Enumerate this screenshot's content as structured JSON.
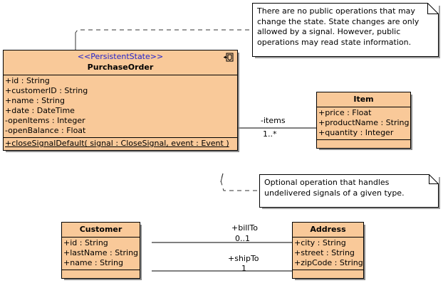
{
  "diagram": {
    "type": "uml-class-diagram",
    "background": "#ffffff",
    "class_fill": "#f9c999",
    "stereotype_color": "#2222cc",
    "line_color": "#000000"
  },
  "classes": {
    "purchase_order": {
      "stereotype": "<<PersistentState>>",
      "name": "PurchaseOrder",
      "icon": "signal-receipt-icon",
      "attributes": [
        "+id : String",
        "+customerID : String",
        "+name : String",
        "+date : DateTime",
        "-openItems : Integer",
        "-openBalance : Float"
      ],
      "operations": [
        "+closeSignalDefault( signal : CloseSignal, event : Event )"
      ]
    },
    "item": {
      "name": "Item",
      "attributes": [
        "+price : Float",
        "+productName : String",
        "+quantity : Integer"
      ],
      "operations": []
    },
    "customer": {
      "name": "Customer",
      "attributes": [
        "+id : String",
        "+lastName : String",
        "+name : String"
      ],
      "operations": []
    },
    "address": {
      "name": "Address",
      "attributes": [
        "+city : String",
        "+street : String",
        "+zipCode : String"
      ],
      "operations": []
    }
  },
  "notes": {
    "state_note": {
      "text": "There are no public operations that may change the state. State changes are only allowed by a signal. However, public operations may read state information."
    },
    "operation_note": {
      "text": "Optional operation that handles undelivered signals of a given type."
    }
  },
  "associations": {
    "po_items": {
      "role": "-items",
      "multiplicity": "1..*"
    },
    "cust_billto": {
      "role": "+billTo",
      "multiplicity": "0..1"
    },
    "cust_shipto": {
      "role": "+shipTo",
      "multiplicity": "1"
    }
  }
}
